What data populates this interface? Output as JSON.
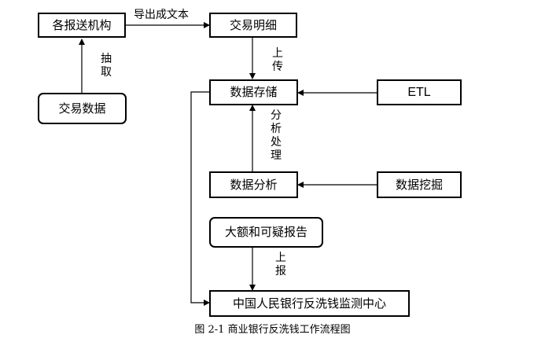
{
  "nodes": {
    "reporting_institutions": "各报送机构",
    "transaction_data": "交易数据",
    "transaction_details": "交易明细",
    "data_storage": "数据存储",
    "etl": "ETL",
    "data_analysis": "数据分析",
    "data_mining": "数据挖掘",
    "large_suspicious_reports": "大额和可疑报告",
    "monitoring_center": "中国人民银行反洗钱监测中心"
  },
  "edge_labels": {
    "export_text": "导出成文本",
    "extract": "抽取",
    "upload_1": "上传",
    "analysis_processing": "分析处理",
    "report_up": "上报"
  },
  "caption": "图 2-1  商业银行反洗钱工作流程图"
}
